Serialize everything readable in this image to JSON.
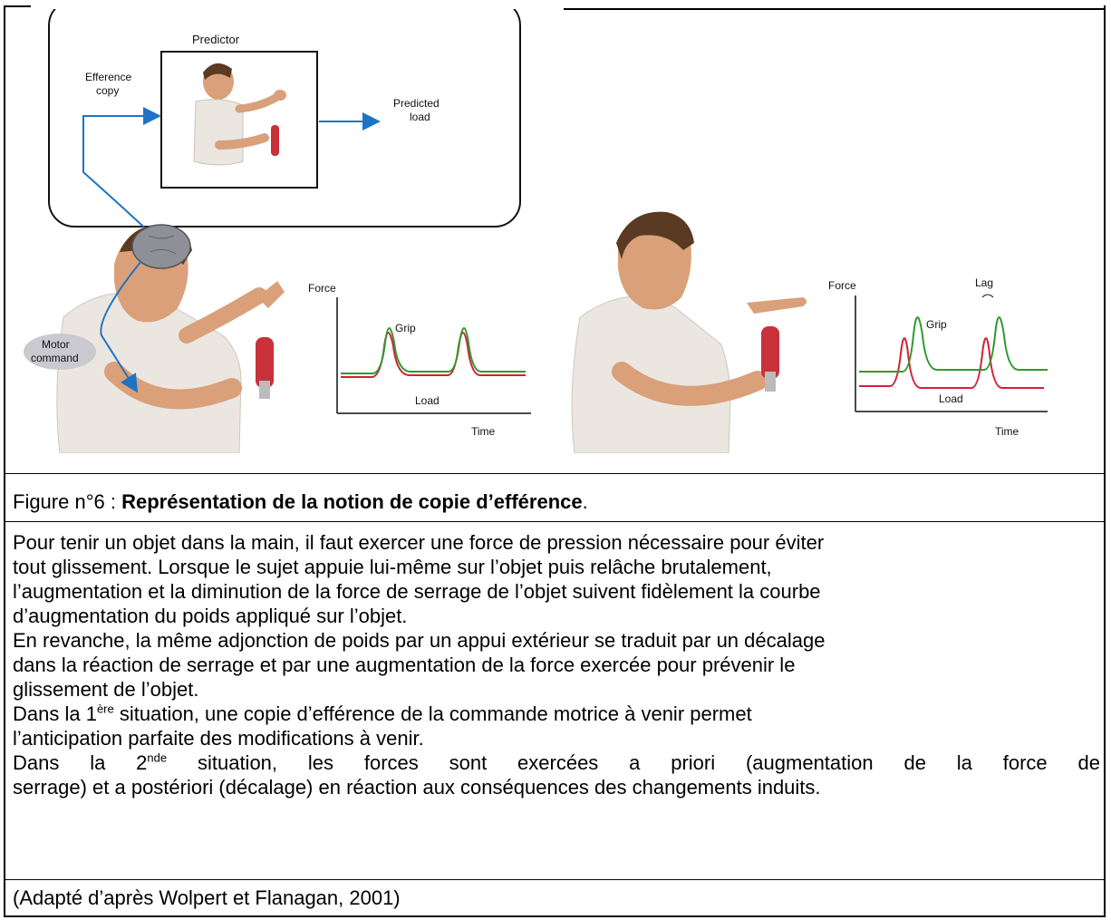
{
  "figure": {
    "predictor_label": "Predictor",
    "efference_copy_label": [
      "Efference",
      "copy"
    ],
    "predicted_load_label": [
      "Predicted",
      "load"
    ],
    "motor_command_label": [
      "Motor",
      "command"
    ],
    "graph_left": {
      "ylabel": "Force",
      "xlabel": "Time",
      "grip_label": "Grip",
      "load_label": "Load"
    },
    "graph_right": {
      "ylabel": "Force",
      "xlabel": "Time",
      "grip_label": "Grip",
      "load_label": "Load",
      "lag_label": "Lag"
    },
    "colors": {
      "grip": "#2f9a2f",
      "load": "#d4203a",
      "arrow": "#1e74c4",
      "brain": "#8f8f97",
      "skin": "#d9a07a",
      "shirt": "#ebe6df",
      "handle": "#c8313a"
    }
  },
  "caption": {
    "prefix": "Figure n°6 : ",
    "title": "Représentation de la notion de copie d’efférence",
    "suffix": "."
  },
  "paragraphs": {
    "p1_lines": [
      "Pour tenir un objet dans la main, il faut exercer une force de pression nécessaire pour éviter",
      "tout glissement. Lorsque le sujet appuie lui-même sur l’objet puis relâche brutalement,",
      "l’augmentation et la diminution de la force de serrage de l’objet suivent fidèlement la courbe",
      "d’augmentation du poids appliqué sur l’objet."
    ],
    "p2_lines": [
      "En revanche, la même adjonction de poids par un appui extérieur se traduit par un décalage",
      "dans la réaction de serrage et par une augmentation de la force exercée pour prévenir le",
      "glissement de l’objet."
    ],
    "p3_before": "Dans la 1",
    "p3_sup": "ère",
    "p3_after": " situation, une copie d’efférence de la commande motrice à venir permet",
    "p3_line2": "l’anticipation parfaite des modifications à venir.",
    "p4_before": "Dans la 2",
    "p4_sup": "nde",
    "p4_after": " situation, les forces sont exercées a priori (augmentation de la force de",
    "p4_line2": "serrage) et a postériori (décalage) en réaction aux conséquences des changements induits."
  },
  "source": "(Adapté d’après Wolpert et Flanagan, 2001)"
}
